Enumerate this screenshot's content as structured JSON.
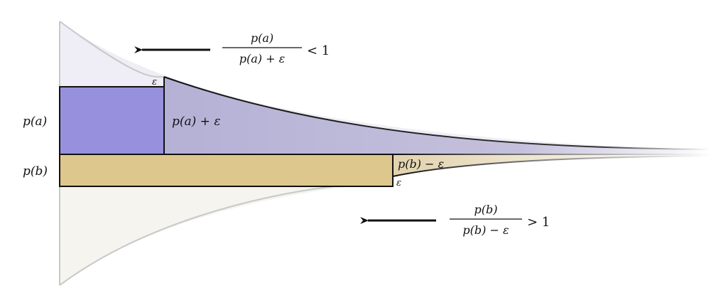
{
  "labels": {
    "pa": "p(a)",
    "pb": "p(b)",
    "pa_plus_eps": "p(a) + ε",
    "pb_minus_eps": "p(b) − ε",
    "eps_top": "ε",
    "eps_bottom": "ε"
  },
  "formula_top": {
    "numerator": "p(a)",
    "denominator": "p(a) + ε",
    "relation": "< 1"
  },
  "formula_bottom": {
    "numerator": "p(b)",
    "denominator": "p(b) − ε",
    "relation": "> 1"
  },
  "colors": {
    "upper_funnel_faint": "#efeef6",
    "lower_funnel_faint": "#f5f4ef",
    "pa_box": "#9690dd",
    "pa_region": "#bdb9d8",
    "pb_box": "#dec78c",
    "pb_region": "#e6d6b4"
  }
}
